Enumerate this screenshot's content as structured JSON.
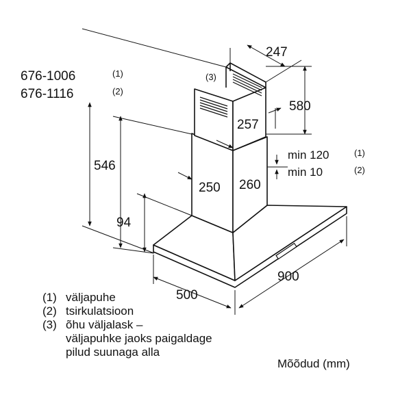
{
  "dimensions": {
    "total_height_1": "676-1006",
    "total_height_1_ref": "(1)",
    "total_height_2": "676-1116",
    "total_height_2_ref": "(2)",
    "chimney_vent_marker": "(3)",
    "chimney_depth": "247",
    "chimney_upper_height": "580",
    "chimney_inner_width": "257",
    "min_gap_1": "min 120",
    "min_gap_1_ref": "(1)",
    "min_gap_2": "min 10",
    "min_gap_2_ref": "(2)",
    "chimney_height": "546",
    "duct_width": "250",
    "duct_depth": "260",
    "canopy_height": "94",
    "hood_depth": "500",
    "hood_width": "900"
  },
  "legend": [
    {
      "num": "(1)",
      "text": "väljapuhe"
    },
    {
      "num": "(2)",
      "text": "tsirkulatsioon"
    },
    {
      "num": "(3)",
      "text": "õhu väljalask –\nväljapuhke jaoks paigaldage\npilud suunaga alla"
    }
  ],
  "units_note": "Mõõdud (mm)"
}
